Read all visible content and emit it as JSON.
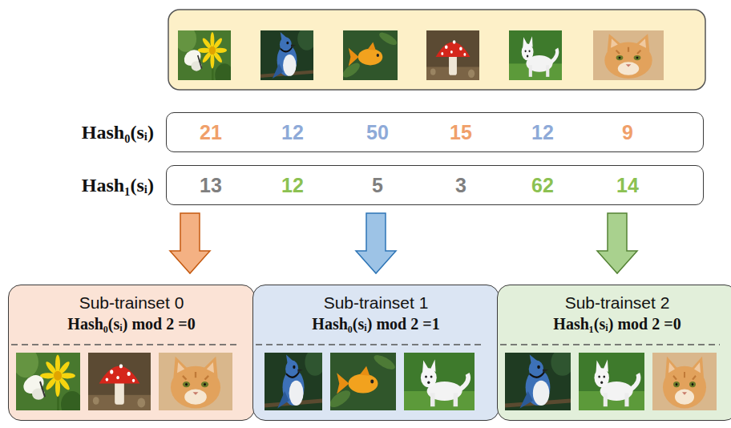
{
  "diagram": {
    "nodes": [
      {
        "text": [
          "Hash₀(sᵢ)",
          "21",
          "12",
          "50",
          "15",
          "12",
          "9"
        ]
      },
      {
        "text": [
          "Hash₁(sᵢ)",
          "13",
          "12",
          "5",
          "3",
          "62",
          "14"
        ]
      },
      {
        "text": [
          "Sub-trainset 0",
          "Hash₀(sᵢ) mod 2 =0"
        ]
      },
      {
        "text": [
          "Sub-trainset 1",
          "Hash₀(sᵢ) mod 2 =1"
        ]
      },
      {
        "text": [
          "Sub-trainset 2",
          "Hash₁(sᵢ) mod 2 =0"
        ]
      }
    ],
    "edges": [
      {
        "from": 1,
        "to": 2,
        "arrow": "to"
      },
      {
        "from": 1,
        "to": 3,
        "arrow": "to"
      },
      {
        "from": 1,
        "to": 4,
        "arrow": "to"
      }
    ]
  }
}
